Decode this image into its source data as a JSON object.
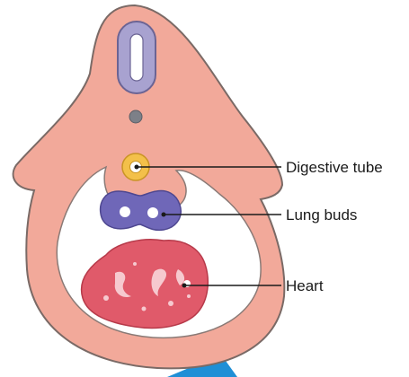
{
  "diagram": {
    "labels": {
      "digestive_tube": "Digestive tube",
      "lung_buds": "Lung buds",
      "heart": "Heart"
    },
    "colors": {
      "body_fill": "#f2a99a",
      "body_outline": "#7a6a66",
      "cavity_fill": "#ffffff",
      "neural_tube_fill": "#a8a2d0",
      "notochord_fill": "#7d8088",
      "digestive_tube_fill": "#f3c04a",
      "lung_buds_fill": "#6f67b8",
      "heart_fill": "#e05a6a",
      "accent_arrow": "#1f8fd6"
    }
  }
}
